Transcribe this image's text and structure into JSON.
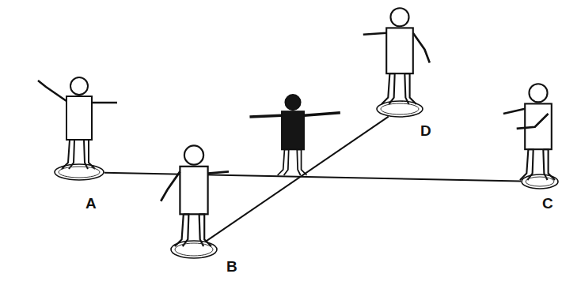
{
  "diagram": {
    "nodes": [
      {
        "text": [
          "A"
        ]
      },
      {
        "text": [
          "B"
        ]
      },
      {
        "text": [
          "C"
        ]
      },
      {
        "text": [
          "D"
        ]
      }
    ],
    "edges": [
      {
        "from": 0,
        "to": 2,
        "arrow": "none"
      },
      {
        "from": 1,
        "to": 3,
        "arrow": "none"
      }
    ]
  }
}
